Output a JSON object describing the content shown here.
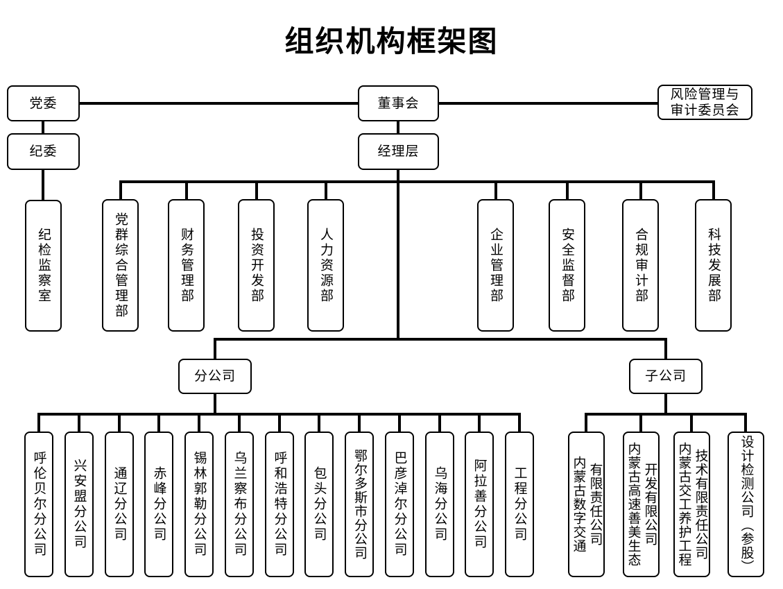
{
  "title": "组织机构框架图",
  "colors": {
    "line": "#000000",
    "box_border": "#000000",
    "box_fill": "#ffffff",
    "background": "#ffffff"
  },
  "top": {
    "party_committee": "党委",
    "board": "董事会",
    "risk_audit_committee": "风险管理与\n审计委员会",
    "discipline_committee": "纪委",
    "management_layer": "经理层",
    "discipline_inspection_office": "纪检监察室"
  },
  "departments": [
    "党群综合管理部",
    "财务管理部",
    "投资开发部",
    "人力资源部",
    "企业管理部",
    "安全监督部",
    "合规审计部",
    "科技发展部"
  ],
  "group_labels": {
    "branches": "分公司",
    "subsidiaries": "子公司"
  },
  "branches": [
    "呼伦贝尔分公司",
    "兴安盟分公司",
    "通辽分公司",
    "赤峰分公司",
    "锡林郭勒分公司",
    "乌兰察布分公司",
    "呼和浩特分公司",
    "包头分公司",
    "鄂尔多斯市分公司",
    "巴彦淖尔分公司",
    "乌海分公司",
    "阿拉善分公司",
    "工程分公司"
  ],
  "subsidiaries": [
    "内蒙古数字交通\n有限责任公司",
    "内蒙古高速善美生态\n开发有限公司",
    "内蒙古交工养护工程\n技术有限责任公司",
    "设计检测公司（参股）"
  ]
}
